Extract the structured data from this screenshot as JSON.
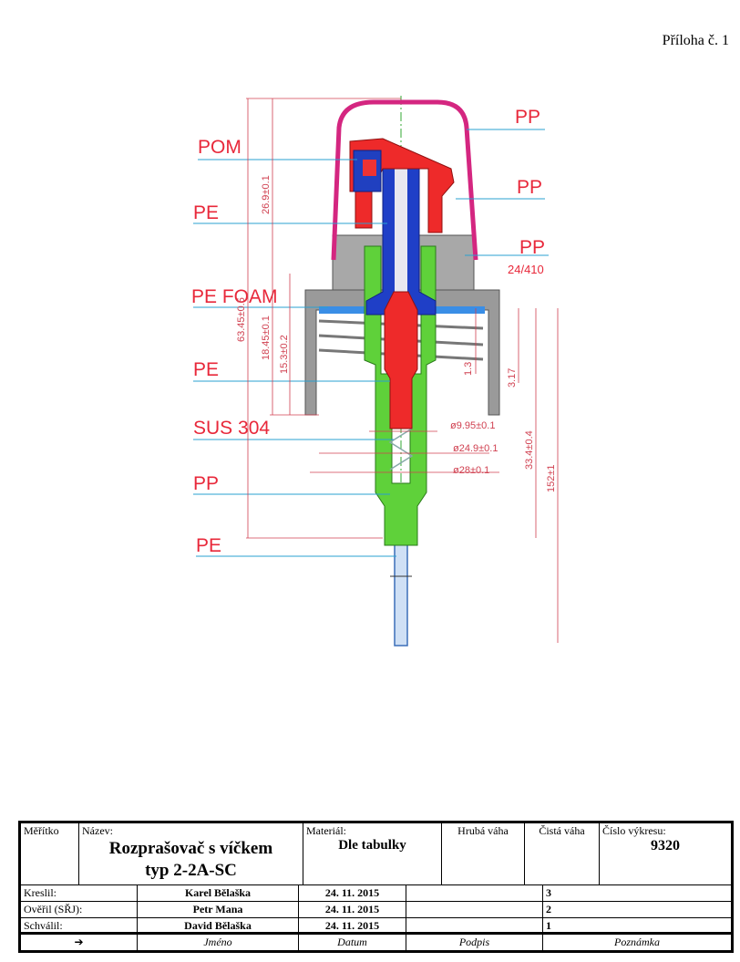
{
  "attachment": "Příloha č. 1",
  "drawing": {
    "labels_left": [
      "POM",
      "PE",
      "PE FOAM",
      "PE",
      "SUS 304",
      "PP",
      "PE"
    ],
    "labels_right": [
      "PP",
      "PP",
      "PP"
    ],
    "thread_spec": "24/410",
    "dimensions": {
      "d1": "26.9±0.1",
      "d2": "63.45±0.5",
      "d3": "18.45±0.1",
      "d4": "15.3±0.2",
      "d5": "1.3",
      "d6": "3.17",
      "d7": "ø9.95±0.1",
      "d8": "ø24.9±0.1",
      "d9": "ø28±0.1",
      "d10": "33.4±0.4",
      "d11": "152±1"
    }
  },
  "title_block": {
    "scale_label": "Měřítko",
    "name_label": "Název:",
    "name_line1": "Rozprašovač s víčkem",
    "name_line2": "typ 2-2A-SC",
    "material_label": "Materiál:",
    "material_value": "Dle tabulky",
    "gross_label": "Hrubá váha",
    "net_label": "Čistá váha",
    "drawing_no_label": "Číslo výkresu:",
    "drawing_no": "9320",
    "rows": [
      {
        "role": "Kreslil:",
        "name": "Karel Bělaška",
        "date": "24. 11. 2015",
        "sign": "",
        "rev": "3"
      },
      {
        "role": "Ověřil (SŘJ):",
        "name": "Petr Mana",
        "date": "24. 11. 2015",
        "sign": "",
        "rev": "2"
      },
      {
        "role": "Schválil:",
        "name": "David Bělaška",
        "date": "24. 11. 2015",
        "sign": "",
        "rev": "1"
      }
    ],
    "footer": {
      "arrow": "➔",
      "name": "Jméno",
      "date": "Datum",
      "sign": "Podpis",
      "note": "Poznámka"
    }
  }
}
